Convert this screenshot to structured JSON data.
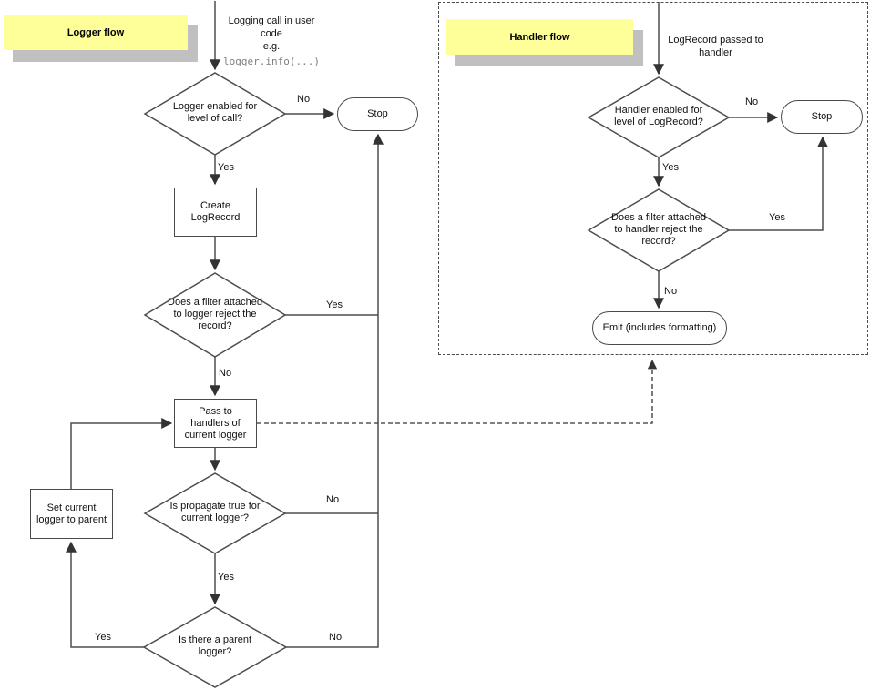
{
  "colors": {
    "note_background": "#ffff99",
    "note_shadow": "#c0c0c0",
    "line": "#4d4d4d",
    "code_text": "#808080"
  },
  "logger_flow": {
    "note_title": "Logger flow",
    "entry_caption": "Logging call in user\ncode\ne.g.",
    "entry_code": "logger.info(...)",
    "decision_level": "Logger enabled for\nlevel of call?",
    "stop_label": "Stop",
    "create_box": "Create\nLogRecord",
    "decision_filter": "Does a filter attached\nto logger reject the\nrecord?",
    "pass_box": "Pass to\nhandlers of\ncurrent logger",
    "decision_propagate": "Is propagate true for\ncurrent logger?",
    "decision_parent": "Is there a parent\nlogger?",
    "set_parent_box": "Set current\nlogger to parent",
    "labels": {
      "level_no": "No",
      "level_yes": "Yes",
      "filter_yes": "Yes",
      "filter_no": "No",
      "propagate_no": "No",
      "propagate_yes": "Yes",
      "parent_yes": "Yes",
      "parent_no": "No"
    }
  },
  "handler_flow": {
    "note_title": "Handler flow",
    "entry_caption": "LogRecord passed to\nhandler",
    "decision_level": "Handler enabled for\nlevel of LogRecord?",
    "stop_label": "Stop",
    "decision_filter": "Does a filter attached\nto handler reject the\nrecord?",
    "emit_label": "Emit (includes formatting)",
    "labels": {
      "level_no": "No",
      "level_yes": "Yes",
      "filter_yes": "Yes",
      "filter_no": "No"
    }
  }
}
